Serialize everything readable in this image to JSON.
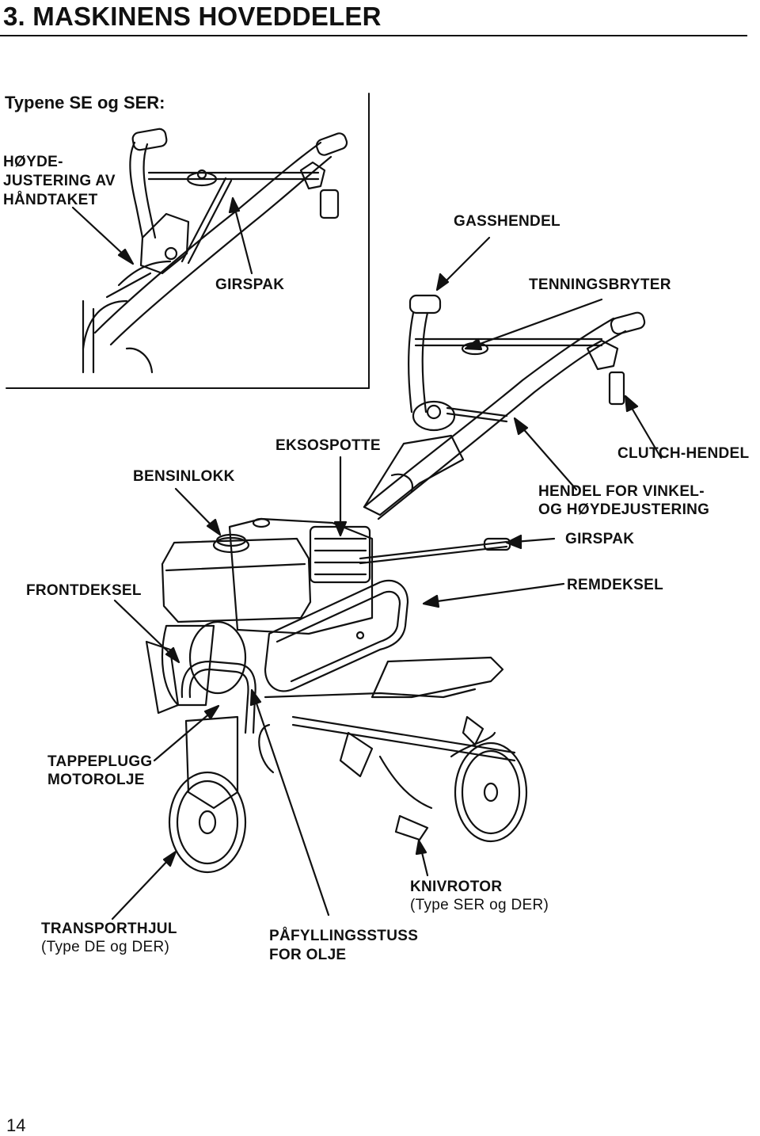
{
  "heading": "3. MASKINENS HOVEDDELER",
  "subtitle": "Typene SE og SER:",
  "inset_labels": {
    "hoyde_justering": [
      "HØYDE-",
      "JUSTERING AV",
      "HÅNDTAKET"
    ],
    "girspak": "GIRSPAK"
  },
  "labels": {
    "gasshendel": "GASSHENDEL",
    "tenningsbryter": "TENNINGSBRYTER",
    "bensinlokk": "BENSINLOKK",
    "eksospotte": "EKSOSPOTTE",
    "clutch_hendel": "CLUTCH-HENDEL",
    "hendel_for_vinkel": [
      "HENDEL FOR VINKEL-",
      "OG HØYDEJUSTERING"
    ],
    "girspak": "GIRSPAK",
    "frontdeksel": "FRONTDEKSEL",
    "remdeksel": "REMDEKSEL",
    "tappeplugg": [
      "TAPPEPLUGG",
      "MOTOROLJE"
    ],
    "knivrotor": "KNIVROTOR",
    "knivrotor_note": "(Type SER og DER)",
    "transporthjul": "TRANSPORTHJUL",
    "transporthjul_note": "(Type DE og DER)",
    "pafyllingsstuss": [
      "PÅFYLLINGSSTUSS",
      "FOR OLJE"
    ]
  },
  "page_number": "14"
}
